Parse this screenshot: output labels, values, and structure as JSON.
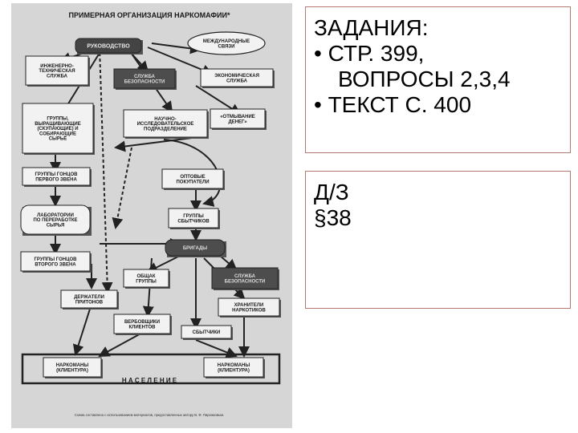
{
  "diagram": {
    "title": "ПРИМЕРНАЯ ОРГАНИЗАЦИЯ НАРКОМАФИИ*",
    "nodes": {
      "rukovodstvo": "РУКОВОДСТВО",
      "mezhdunarodnye": [
        "МЕЖДУНАРОДНЫЕ",
        "СВЯЗИ"
      ],
      "inzhenerno": [
        "ИНЖЕНЕРНО-",
        "ТЕХНИЧЕСКАЯ",
        "СЛУЖБА"
      ],
      "sluzhba_bezopasnosti": [
        "СЛУЖБА",
        "БЕЗОПАСНОСТИ"
      ],
      "ekonomicheskaya": [
        "ЭКОНОМИЧЕСКАЯ",
        "СЛУЖБА"
      ],
      "gruppy_vyrashch": [
        "ГРУППЫ,",
        "ВЫРАЩИВАЮЩИЕ",
        "(СКУПАЮЩИЕ) И",
        "СОБИРАЮЩИЕ",
        "СЫРЬЁ"
      ],
      "nauchno": [
        "НАУЧНО-",
        "ИССЛЕДОВАТЕЛЬСКОЕ",
        "ПОДРАЗДЕЛЕНИЕ"
      ],
      "otmyvanie": [
        "«ОТМЫВАНИЕ",
        "ДЕНЕГ»"
      ],
      "gontsy1": [
        "ГРУППЫ ГОНЦОВ",
        "ПЕРВОГО ЗВЕНА"
      ],
      "optovye": [
        "ОПТОВЫЕ",
        "ПОКУПАТЕЛИ"
      ],
      "laboratorii": [
        "ЛАБОРАТОРИИ",
        "ПО ПЕРЕРАБОТКЕ",
        "СЫРЬЯ"
      ],
      "sbytchiki_gr": [
        "ГРУППЫ",
        "СБЫТЧИКОВ"
      ],
      "gontsy2": [
        "ГРУППЫ ГОНЦОВ",
        "ВТОРОГО ЗВЕНА"
      ],
      "brigady": "БРИГАДЫ",
      "obshchak": [
        "ОБЩАК",
        "ГРУППЫ"
      ],
      "sluzhba_bez2": [
        "СЛУЖБА",
        "БЕЗОПАСНОСТИ"
      ],
      "derzhateli": [
        "ДЕРЖАТЕЛИ",
        "ПРИТОНОВ"
      ],
      "khraniteli": [
        "ХРАНИТЕЛИ",
        "НАРКОТИКОВ"
      ],
      "verbovshchiki": [
        "ВЕРБОВЩИКИ",
        "КЛИЕНТОВ"
      ],
      "sbytchiki": "СБЫТЧИКИ",
      "narkomany1": [
        "НАРКОМАНЫ",
        "(КЛИЕНТУРА)"
      ],
      "narkomany2": [
        "НАРКОМАНЫ",
        "(КЛИЕНТУРА)"
      ],
      "naselenie": "Н А С Е Л Е Н И Е"
    },
    "footnote": "Схема составлена с использованием материалов, предоставленных автору В. Ф. Пирожковым."
  },
  "tasks": {
    "title": "ЗАДАНИЯ:",
    "item1_line1": "• СТР. 399,",
    "item1_line2": "ВОПРОСЫ 2,3,4",
    "item2": "• ТЕКСТ С. 400"
  },
  "homework": {
    "title": "Д/З",
    "ref": "§38"
  }
}
